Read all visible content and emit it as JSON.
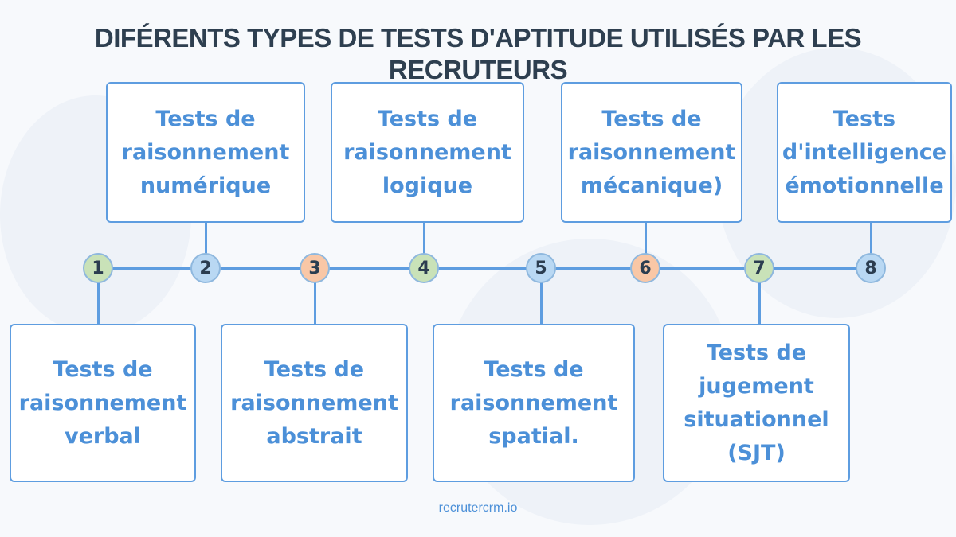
{
  "title": "DIFÉRENTS TYPES DE TESTS D'APTITUDE UTILISÉS PAR LES RECRUTEURS",
  "steps": [
    {
      "n": "1",
      "label": "Tests de\nraisonnement\nverbal",
      "color": "#c9e2b8"
    },
    {
      "n": "2",
      "label": "Tests de\nraisonnement\nnumérique",
      "color": "#b9d8f3"
    },
    {
      "n": "3",
      "label": "Tests de\nraisonnement\nabstrait",
      "color": "#f9c7a6"
    },
    {
      "n": "4",
      "label": "Tests de\nraisonnement\nlogique",
      "color": "#c9e2b8"
    },
    {
      "n": "5",
      "label": "Tests de\nraisonnement\nspatial.",
      "color": "#b9d8f3"
    },
    {
      "n": "6",
      "label": "Tests de\nraisonnement\nmécanique)",
      "color": "#f9c7a6"
    },
    {
      "n": "7",
      "label": "Tests de\njugement\nsituationnel\n(SJT)",
      "color": "#c9e2b8"
    },
    {
      "n": "8",
      "label": "Tests\nd'intelligence\némotionnelle",
      "color": "#b9d8f3"
    }
  ],
  "footer": "recrutercrm.io",
  "colors": {
    "accent": "#4c90d8",
    "title": "#2e3f50"
  }
}
